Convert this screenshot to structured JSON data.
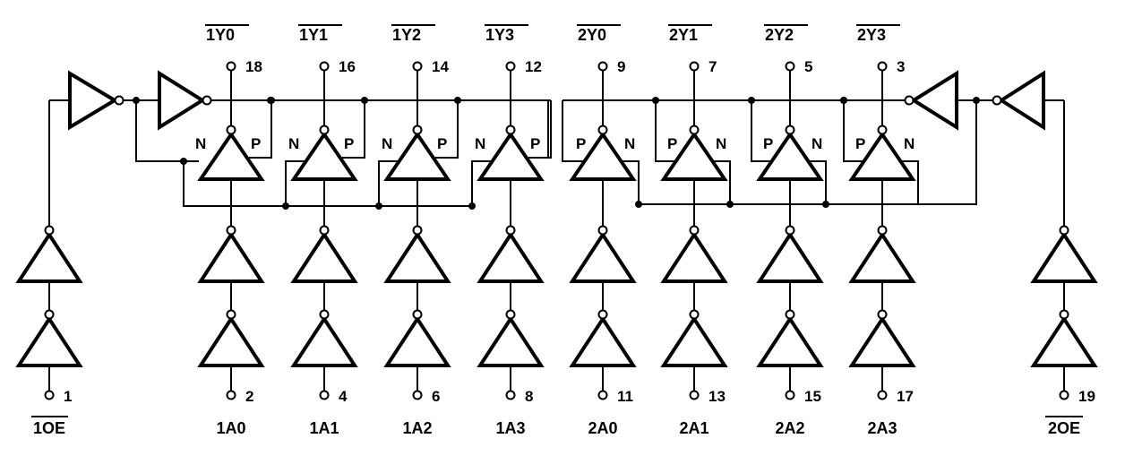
{
  "diagram": {
    "oe_inputs": [
      {
        "name": "1OE",
        "pin": "1"
      },
      {
        "name": "2OE",
        "pin": "19"
      }
    ],
    "bank1": {
      "inputs": [
        {
          "name": "1A0",
          "pin": "2"
        },
        {
          "name": "1A1",
          "pin": "4"
        },
        {
          "name": "1A2",
          "pin": "6"
        },
        {
          "name": "1A3",
          "pin": "8"
        }
      ],
      "outputs": [
        {
          "name": "1Y0",
          "pin": "18"
        },
        {
          "name": "1Y1",
          "pin": "16"
        },
        {
          "name": "1Y2",
          "pin": "14"
        },
        {
          "name": "1Y3",
          "pin": "12"
        }
      ]
    },
    "bank2": {
      "inputs": [
        {
          "name": "2A0",
          "pin": "11"
        },
        {
          "name": "2A1",
          "pin": "13"
        },
        {
          "name": "2A2",
          "pin": "15"
        },
        {
          "name": "2A3",
          "pin": "17"
        }
      ],
      "outputs": [
        {
          "name": "2Y0",
          "pin": "9"
        },
        {
          "name": "2Y1",
          "pin": "7"
        },
        {
          "name": "2Y2",
          "pin": "5"
        },
        {
          "name": "2Y3",
          "pin": "3"
        }
      ]
    },
    "control_labels": {
      "n": "N",
      "p": "P"
    }
  },
  "colors": {
    "line": "#000000",
    "background": "#ffffff"
  }
}
